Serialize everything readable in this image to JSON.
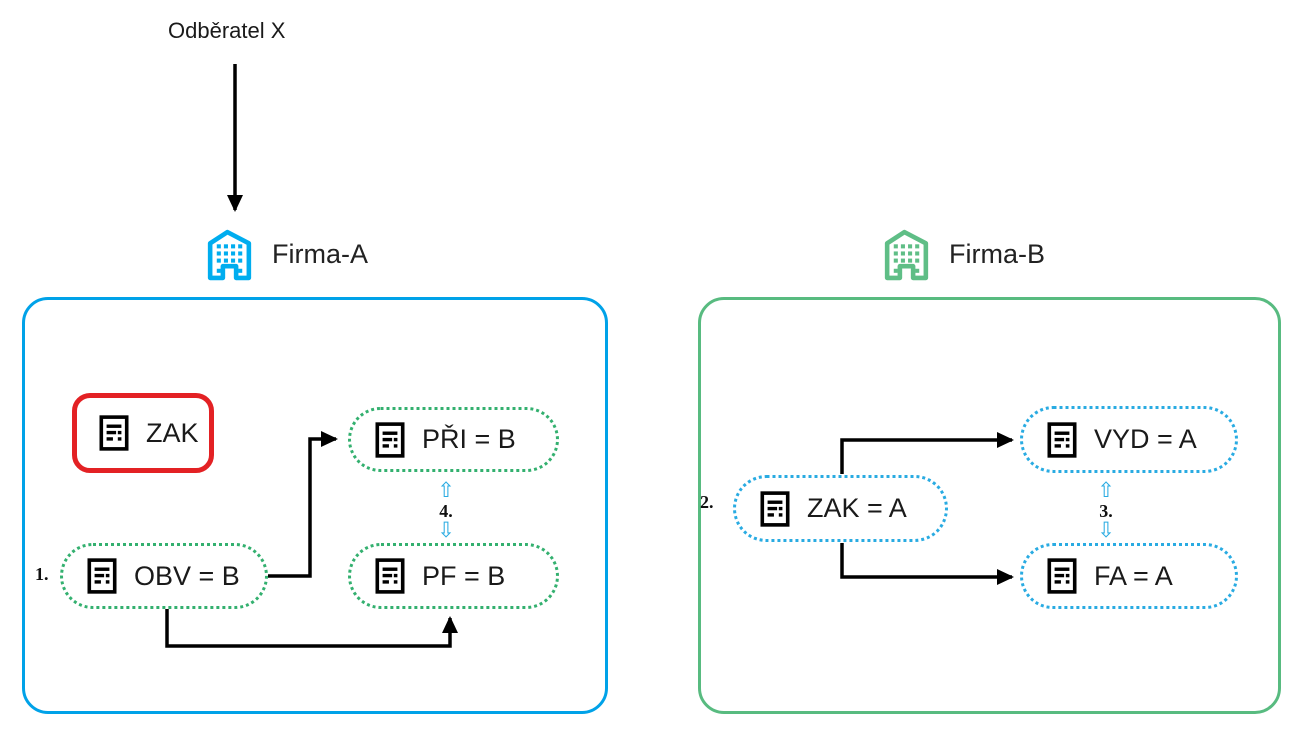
{
  "diagram": {
    "customer": "Odběratel X",
    "firma_a": {
      "name": "Firma-A",
      "zak": "ZAK",
      "pri": "PŘI = B",
      "obv": "OBV = B",
      "pf": "PF = B",
      "step_obv": "1.",
      "step_sync": "4."
    },
    "firma_b": {
      "name": "Firma-B",
      "zak": "ZAK = A",
      "vyd": "VYD = A",
      "fa": "FA = A",
      "step_zak": "2.",
      "step_sync": "3."
    },
    "icons": {
      "sync_up": "⇧",
      "sync_down": "⇩"
    },
    "colors": {
      "firma_a_accent": "#00A2E8",
      "firma_b_accent": "#58BB80",
      "node_dotted_green": "#33B06F",
      "node_dotted_blue": "#29ABE2",
      "highlight_red": "#E32124",
      "connector_black": "#000000"
    }
  }
}
